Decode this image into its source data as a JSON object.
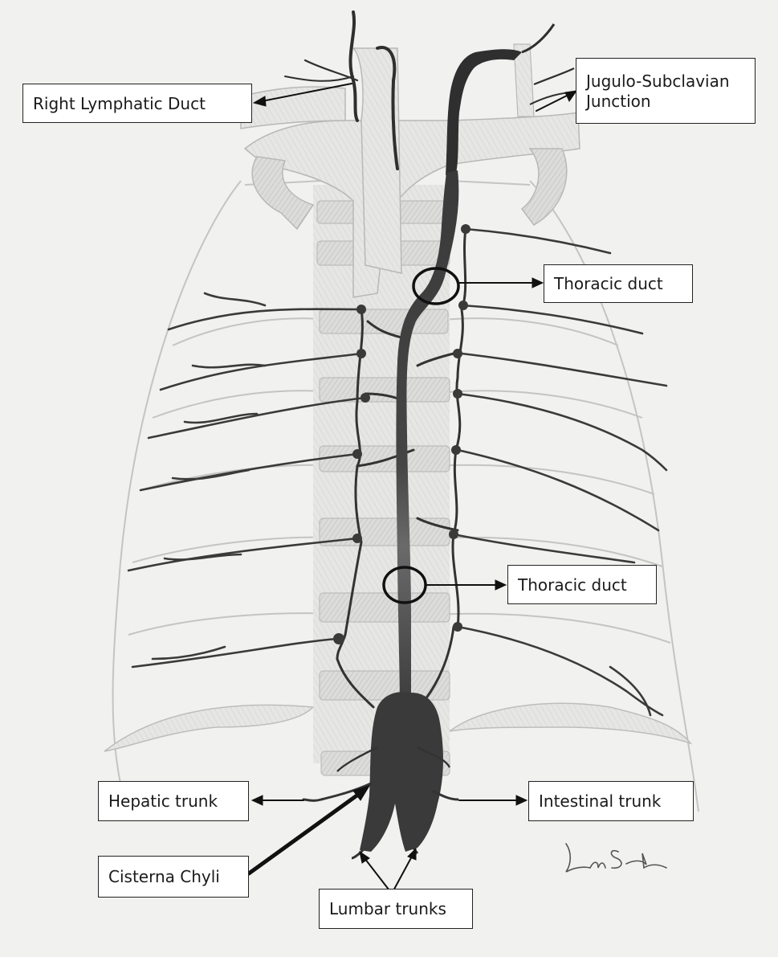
{
  "figure": {
    "labels": {
      "right_lymphatic_duct": "Right Lymphatic Duct",
      "jugulo_subclavian": "Jugulo-Subclavian\n Junction",
      "thoracic_duct_upper": "Thoracic duct",
      "thoracic_duct_lower": "Thoracic duct",
      "hepatic_trunk": "Hepatic trunk",
      "intestinal_trunk": "Intestinal trunk",
      "cisterna_chyli": "Cisterna Chyli",
      "lumbar_trunks": "Lumbar trunks"
    },
    "signature": "Lisa Satin",
    "colors": {
      "paper": "#f1f1f0",
      "duct": "#2f2f2f",
      "bone": "#d6d6d4",
      "vessel": "#3a3a3a"
    }
  }
}
